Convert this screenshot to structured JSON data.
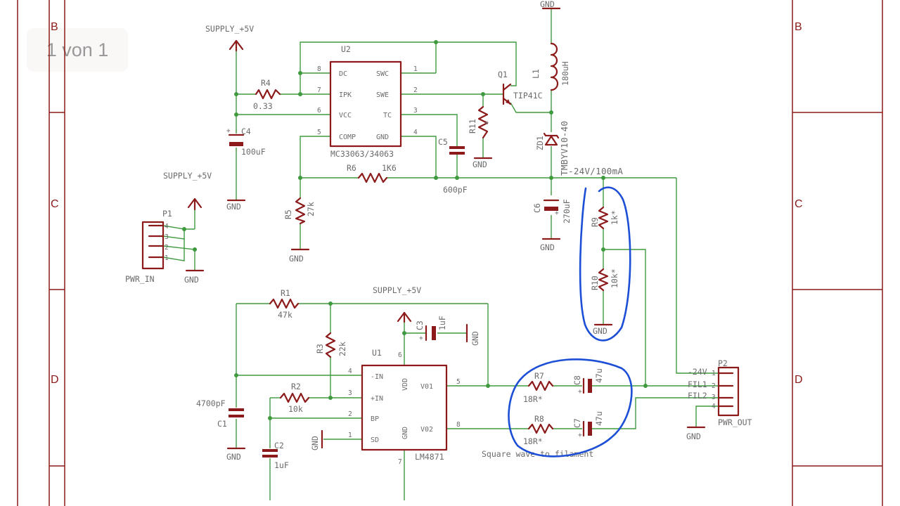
{
  "viewer": {
    "page_indicator": "1 von 1"
  },
  "frame": {
    "zones": {
      "top_left": "B",
      "top_right": "B",
      "mid_left": "C",
      "mid_right": "C",
      "bottom_left": "D",
      "bottom_right": "D"
    }
  },
  "labels": {
    "supply_top": "SUPPLY_+5V",
    "supply_mid": "SUPPLY_+5V",
    "supply_u1": "SUPPLY_+5V",
    "gnd_l1": "GND",
    "gnd_c4": "GND",
    "gnd_r11": "GND",
    "gnd_r5": "GND",
    "gnd_c6": "GND",
    "gnd_p1": "GND",
    "gnd_r10": "GND",
    "gnd_c3": "GND",
    "gnd_u1": "GND",
    "gnd_c1": "GND",
    "gnd_p2": "GND",
    "net_24v": "-24V/100mA",
    "note": "Square wave to filament"
  },
  "components": {
    "u2": {
      "ref": "U2",
      "value": "MC33063/34063",
      "pins_left": [
        "DC",
        "IPK",
        "VCC",
        "COMP"
      ],
      "pins_left_no": [
        "8",
        "7",
        "6",
        "5"
      ],
      "pins_right": [
        "SWC",
        "SWE",
        "TC",
        "GND"
      ],
      "pins_right_no": [
        "1",
        "2",
        "3",
        "4"
      ]
    },
    "u1": {
      "ref": "U1",
      "value": "LM4871",
      "pins_left": [
        "-IN",
        "+IN",
        "BP",
        "SD"
      ],
      "pins_left_no": [
        "4",
        "3",
        "2",
        "1"
      ],
      "pins_right": [
        "V01",
        "V02"
      ],
      "pins_right_no": [
        "5",
        "8"
      ],
      "pin_vdd": "VDD",
      "pin_vdd_no": "6",
      "pin_gnd": "GND",
      "pin_gnd_no": "7"
    },
    "r4": {
      "ref": "R4",
      "value": "0.33"
    },
    "c4": {
      "ref": "C4",
      "value": "100uF"
    },
    "r6": {
      "ref": "R6",
      "value": "1K6"
    },
    "r5": {
      "ref": "R5",
      "value": "27k"
    },
    "c5": {
      "ref": "C5",
      "value": "600pF"
    },
    "r11": {
      "ref": "R11",
      "value": "*"
    },
    "q1": {
      "ref": "Q1",
      "value": "TIP41C"
    },
    "l1": {
      "ref": "L1",
      "value": "180uH"
    },
    "zd1": {
      "ref": "ZD1",
      "value": "TMBYV10-40"
    },
    "c6": {
      "ref": "C6",
      "value": "270uF"
    },
    "r9": {
      "ref": "R9",
      "value": "1k*"
    },
    "r10": {
      "ref": "R10",
      "value": "10k*"
    },
    "p1": {
      "ref": "P1",
      "value": "PWR_IN",
      "pins": [
        "4",
        "3",
        "2",
        "1"
      ]
    },
    "p2": {
      "ref": "P2",
      "value": "PWR_OUT",
      "pins": [
        "1",
        "2",
        "3",
        "4"
      ],
      "nets": [
        "-24V",
        "FIL1",
        "FIL2"
      ]
    },
    "r1": {
      "ref": "R1",
      "value": "47k"
    },
    "r2": {
      "ref": "R2",
      "value": "10k"
    },
    "r3": {
      "ref": "R3",
      "value": "22k"
    },
    "c1": {
      "ref": "C1",
      "value": "4700pF"
    },
    "c2": {
      "ref": "C2",
      "value": "1uF"
    },
    "c3": {
      "ref": "C3",
      "value": "1uF"
    },
    "r7": {
      "ref": "R7",
      "value": "18R*"
    },
    "r8": {
      "ref": "R8",
      "value": "18R*"
    },
    "c8": {
      "ref": "C8",
      "value": "47u"
    },
    "c7": {
      "ref": "C7",
      "value": "47u"
    }
  },
  "colors": {
    "wire": "#3f9a3f",
    "part": "#8c1a1a",
    "text": "#6b6b6b",
    "annotation": "#1c4fd6"
  }
}
